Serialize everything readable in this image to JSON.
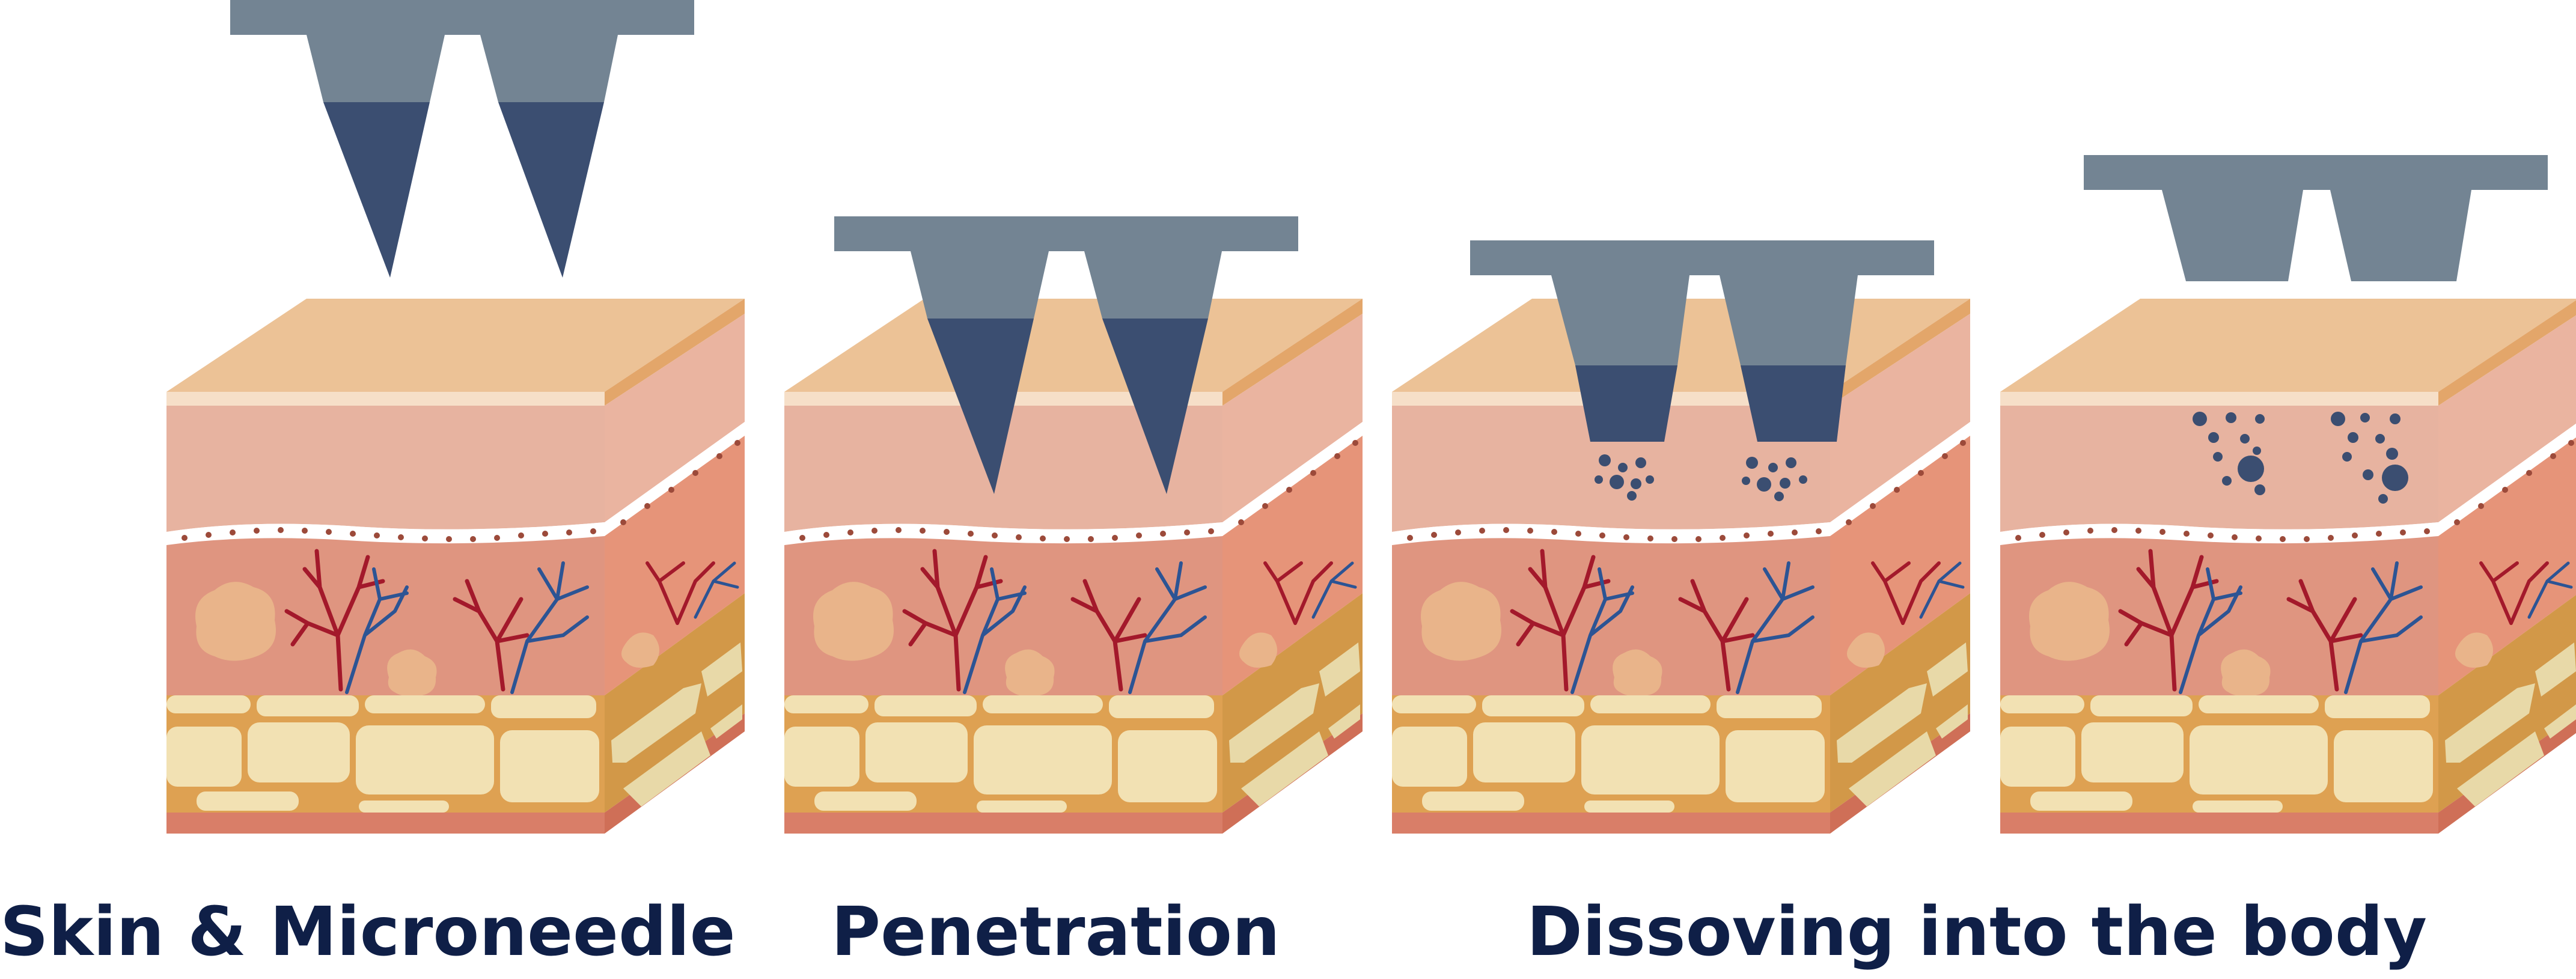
{
  "captions": {
    "skin_microneedle": "Skin & Microneedle",
    "penetration": "Penetration",
    "dissolving": "Dissoving into the body"
  },
  "colors": {
    "needle_base": "#738493",
    "needle_tip": "#3b4e71",
    "caption": "#0f1f47",
    "skin_top": "#ecc296",
    "epidermis": "#e7b3a0",
    "dermis": "#df9580",
    "fat_band": "#dea152",
    "fat_cell": "#f2e1b3",
    "artery": "#a3192b",
    "vein": "#2c5494"
  },
  "stages": [
    {
      "name": "skin-and-microneedle",
      "needle_state": "above-skin"
    },
    {
      "name": "penetration",
      "needle_state": "inserted"
    },
    {
      "name": "dissolving",
      "needle_state": "partially-dissolved"
    },
    {
      "name": "dissolved",
      "needle_state": "fully-dissolved"
    }
  ]
}
